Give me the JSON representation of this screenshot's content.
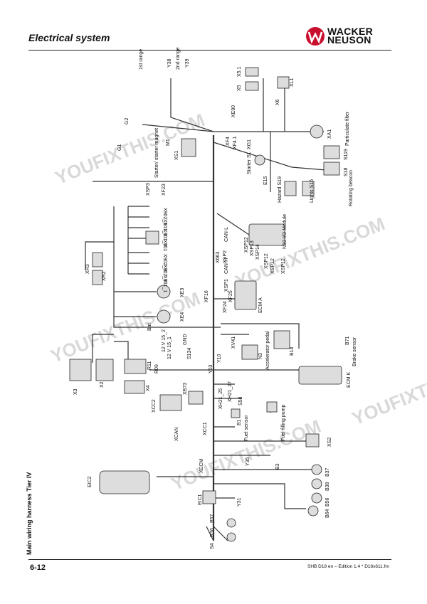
{
  "header": {
    "title": "Electrical system",
    "brand_line1": "WACKER",
    "brand_line2": "NEUSON"
  },
  "footer": {
    "page_number": "6-12",
    "edition": "SHB D18 en  – Edition 1.4 * D18s611.fm"
  },
  "side_title": "Main wiring harness Tier IV",
  "watermark": "YOUFIXTHIS.COM",
  "labels": {
    "range1": "1st range",
    "range2": "2nd range",
    "y38": "Y38",
    "y39": "Y39",
    "x51": "X5.1",
    "x5": "X5",
    "xl1": "XL1",
    "xe90": "XE90",
    "x6": "X6",
    "g2": "G2",
    "g1": "G1",
    "m1": "M1",
    "xs1": "XS1",
    "starter_magnet": "Starter/ starter magnet",
    "xf4": "XF4",
    "xf41": "XF4.1",
    "xg1": "XG1",
    "xa1": "XA1",
    "particulate": "Particulate filter",
    "starter_s1": "Starter S1",
    "e15": "E15",
    "hazard_s19": "Hazard S19",
    "lights_s16": "Lights S16",
    "s119": "S119",
    "s18": "S18",
    "rotating_beacon": "Rotating beacon",
    "xsp3": "XSP3",
    "xf23": "XF23",
    "x902_1": "X902_1",
    "x901_3": "X901_3",
    "x901_2": "X901_2",
    "x901": "X901",
    "x902_3": "X902_3",
    "x902_2": "X902_2",
    "x901_1": "X901_1",
    "xr3": "XR3",
    "xr2": "XR2",
    "n10": "N10 I/O Module",
    "can_l": "CAN-L",
    "can_h": "CAN-H",
    "xsp12": "XSP12",
    "xsp13": "XSP13",
    "xsp14": "XSP14",
    "xsp12b": "XSP12",
    "x663": "X663",
    "xsp2": "XSP2",
    "xsp1": "XSP1",
    "xsp12c": "XSP12",
    "xsp12d": "XSP12",
    "xe3": "XE3",
    "xe4": "XE4",
    "xf16": "XF16",
    "xf24": "XF24",
    "xf25": "XF25",
    "ecm_a": "ECM A",
    "bat": "Bat",
    "v12_1": "12 V 15_2",
    "v12_2": "12 V 15_1",
    "gnd": "GND",
    "s134": "S134",
    "xv41": "XV41",
    "n3": "N3",
    "b14": "B14",
    "accel_pedal": "Accelerator pedal",
    "b71": "B71",
    "brake_sensor": "Brake sensor",
    "x3": "X3",
    "x2": "X2",
    "x4": "X4",
    "r11": "R11",
    "r09": "R09",
    "y10": "Y10",
    "y03": "Y03",
    "ecm_k": "ECM K",
    "xcc2": "XCC2",
    "xb73": "XB73",
    "xh21": "XH21_25",
    "xh27": "XH21_27",
    "s58": "S58",
    "fuel_pump": "Fuel-filling pump",
    "xcan": "XCAN",
    "xcc1": "XCC1",
    "b1": "B1",
    "fuel_sensor": "Fuel sensor",
    "xs2": "XS2",
    "xecm": "XECM",
    "y35": "Y35",
    "b3": "B3",
    "b37": "B37",
    "b38": "B38",
    "b56": "B56",
    "eic2": "EIC2",
    "eic1": "EIC1",
    "b57": "B57",
    "r36": "R36",
    "y31": "Y31",
    "s4": "S4",
    "b64": "B64"
  }
}
